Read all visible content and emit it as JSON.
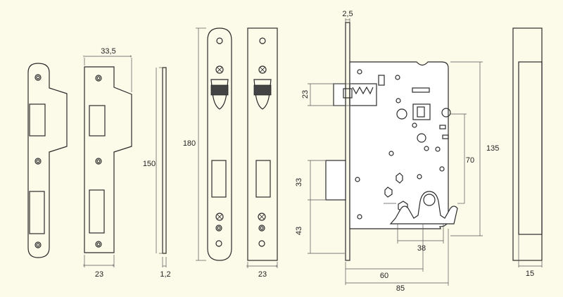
{
  "dimensions": {
    "strike_plate_width": "33,5",
    "strike_plate_bottom": "23",
    "plate_height": "150",
    "plate_thickness": "1,2",
    "forend_height": "180",
    "forend_width": "23",
    "forend_thickness": "2,5",
    "latch_height": "23",
    "deadbolt_height": "33",
    "cylinder_height": "43",
    "cylinder_width": "38",
    "center_distance": "70",
    "body_height": "135",
    "backset": "60",
    "body_depth": "85",
    "side_width": "15"
  }
}
